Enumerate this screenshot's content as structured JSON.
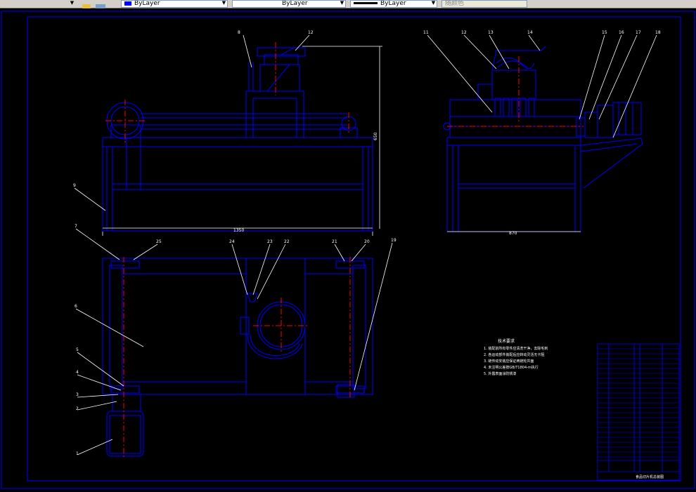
{
  "toolbar": {
    "color_control": "ByLayer",
    "linetype_control": "ByLayer",
    "lineweight_control": "ByLayer",
    "plotstyle_control": "随颜色",
    "color_swatch": "#0000ff",
    "lineweight_swatch": "#000000"
  },
  "drawing": {
    "line_color": "#0000ff",
    "leader_color": "#ffffff",
    "center_color": "#ff0000",
    "callouts": {
      "front_top_1": "8",
      "front_top_2": "12",
      "front_left": "9",
      "side_1": "11",
      "side_2": "12",
      "side_3": "13",
      "side_4": "14",
      "side_5": "15",
      "side_6": "16",
      "side_7": "17",
      "side_8": "18",
      "plan_7": "7",
      "plan_25": "25",
      "plan_24": "24",
      "plan_23": "23",
      "plan_22": "22",
      "plan_21": "21",
      "plan_20": "20",
      "plan_19": "19",
      "plan_6": "6",
      "plan_5": "5",
      "plan_4": "4",
      "plan_3": "3",
      "plan_2": "2",
      "plan_1": "1"
    },
    "dimensions": {
      "front_width": "1350",
      "side_width": "870",
      "front_height": "650"
    },
    "notes_title": "技术要求",
    "notes": [
      "1. 装配前所有零件应清洗干净，去除毛刺",
      "2. 各运动部件装配后应转动灵活无卡阻",
      "3. 链传动安装应保证两链轮共面",
      "4. 未注明公差按GB/T1804-m执行",
      "5. 外露表面涂防锈漆"
    ],
    "title_block_name": "食品切片机总装图"
  }
}
